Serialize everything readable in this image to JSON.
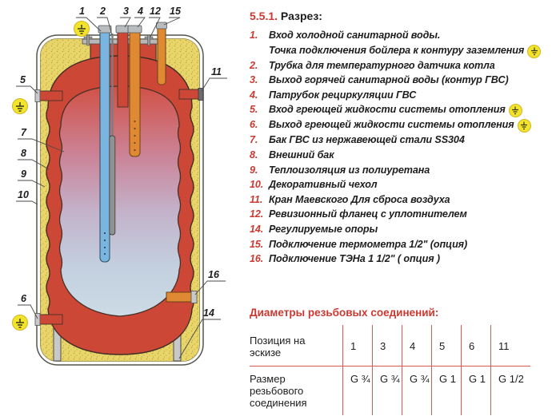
{
  "palette": {
    "accent_red": "#cb3a32",
    "text": "#1d1d1d",
    "tank_red": "#cd4737",
    "insulation_yellow": "#e9d66b",
    "pipe_blue": "#79b5de",
    "pipe_orange": "#df8a33",
    "ground_yellow": "#f4e32b",
    "table_line_red": "#d65b52"
  },
  "icons": {
    "ground": "earth-ground"
  },
  "section": {
    "number": "5.5.1.",
    "title": "Разрез:"
  },
  "parts": [
    {
      "num": "1.",
      "text": "Вход холодной санитарной воды.",
      "text2": "Точка подключения бойлера к контуру заземления",
      "ground": true
    },
    {
      "num": "2.",
      "text": "Трубка для температурного датчика котла"
    },
    {
      "num": "3.",
      "text": "Выход горячей санитарной воды (контур ГВС)"
    },
    {
      "num": "4.",
      "text": "Патрубок рециркуляции ГВС"
    },
    {
      "num": "5.",
      "text": "Вход греющей жидкости системы отопления",
      "ground": true
    },
    {
      "num": "6.",
      "text": "Выход греющей жидкости системы отопления",
      "ground": true
    },
    {
      "num": "7.",
      "text": "Бак ГВС из нержавеющей стали SS304"
    },
    {
      "num": "8.",
      "text": "Внешний бак"
    },
    {
      "num": "9.",
      "text": "Теплоизоляция из полиуретана"
    },
    {
      "num": "10.",
      "text": "Декоративный чехол"
    },
    {
      "num": "11.",
      "text": "Кран Маевского Для сброса воздуха"
    },
    {
      "num": "12.",
      "text": "Ревизионный фланец с уплотнителем"
    },
    {
      "num": "14.",
      "text": "Регулируемые опоры"
    },
    {
      "num": "15.",
      "text": "Подключение термометра 1/2\" (опция)"
    },
    {
      "num": "16.",
      "text": "Подключение ТЭНа 1 1/2\" ( опция )"
    }
  ],
  "table": {
    "title": "Диаметры резьбовых соединений:",
    "rows": [
      {
        "label": "Позиция на эскизе",
        "values": [
          "1",
          "3",
          "4",
          "5",
          "6",
          "11"
        ]
      },
      {
        "label": "Размер резьбового соединения",
        "values": [
          "G ¾",
          "G ¾",
          "G ¾",
          "G 1",
          "G 1",
          "G 1/2"
        ]
      }
    ]
  },
  "diagram": {
    "callouts": {
      "c1": "1",
      "c2": "2",
      "c3": "3",
      "c4": "4",
      "c5": "5",
      "c6": "6",
      "c7": "7",
      "c8": "8",
      "c9": "9",
      "c10": "10",
      "c11": "11",
      "c12": "12",
      "c14": "14",
      "c15": "15",
      "c16": "16"
    }
  }
}
